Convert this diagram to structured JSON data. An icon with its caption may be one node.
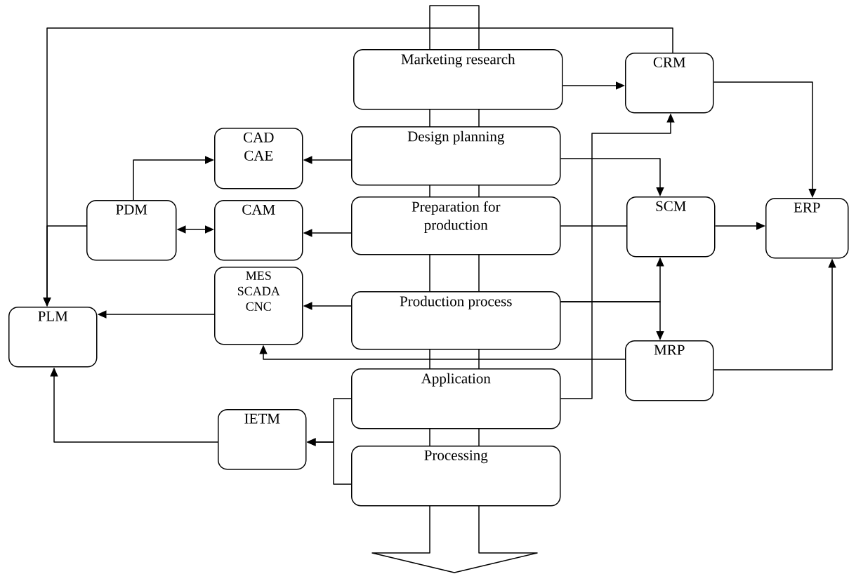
{
  "diagram": {
    "nodes": [
      {
        "text": [
          "Marketing research"
        ]
      },
      {
        "text": [
          "CRM"
        ]
      },
      {
        "text": [
          "CAD CAE"
        ]
      },
      {
        "text": [
          "Design planning"
        ]
      },
      {
        "text": [
          "PDM"
        ]
      },
      {
        "text": [
          "CAM"
        ]
      },
      {
        "text": [
          "Preparation for production"
        ]
      },
      {
        "text": [
          "SCM"
        ]
      },
      {
        "text": [
          "ERP"
        ]
      },
      {
        "text": [
          "MES SCADA CNC"
        ]
      },
      {
        "text": [
          "PLM"
        ]
      },
      {
        "text": [
          "Production process"
        ]
      },
      {
        "text": [
          "MRP"
        ]
      },
      {
        "text": [
          "Application"
        ]
      },
      {
        "text": [
          "IETM"
        ]
      },
      {
        "text": [
          "Processing"
        ]
      }
    ],
    "edges": [
      {
        "from": 0,
        "to": 1,
        "arrow": "to"
      },
      {
        "from": 1,
        "to": 8,
        "arrow": "to"
      },
      {
        "from": 13,
        "to": 1,
        "arrow": "to"
      },
      {
        "from": 3,
        "to": 2,
        "arrow": "to"
      },
      {
        "from": 3,
        "to": 7,
        "arrow": "to"
      },
      {
        "from": 4,
        "to": 2,
        "arrow": "to"
      },
      {
        "from": 4,
        "to": 5,
        "arrow": "both"
      },
      {
        "from": 6,
        "to": 5,
        "arrow": "to"
      },
      {
        "from": 6,
        "to": 7,
        "arrow": "none"
      },
      {
        "from": 7,
        "to": 8,
        "arrow": "to"
      },
      {
        "from": 1,
        "to": 10,
        "arrow": "to"
      },
      {
        "from": 4,
        "to": 10,
        "arrow": "to"
      },
      {
        "from": 11,
        "to": 9,
        "arrow": "to"
      },
      {
        "from": 9,
        "to": 10,
        "arrow": "to"
      },
      {
        "from": 11,
        "to": 7,
        "arrow": "to"
      },
      {
        "from": 11,
        "to": 12,
        "arrow": "to"
      },
      {
        "from": 12,
        "to": 9,
        "arrow": "to"
      },
      {
        "from": 12,
        "to": 8,
        "arrow": "to"
      },
      {
        "from": 14,
        "to": 10,
        "arrow": "to"
      },
      {
        "from": 13,
        "to": 14,
        "arrow": "to"
      },
      {
        "from": 15,
        "to": 14,
        "arrow": "to"
      }
    ]
  }
}
